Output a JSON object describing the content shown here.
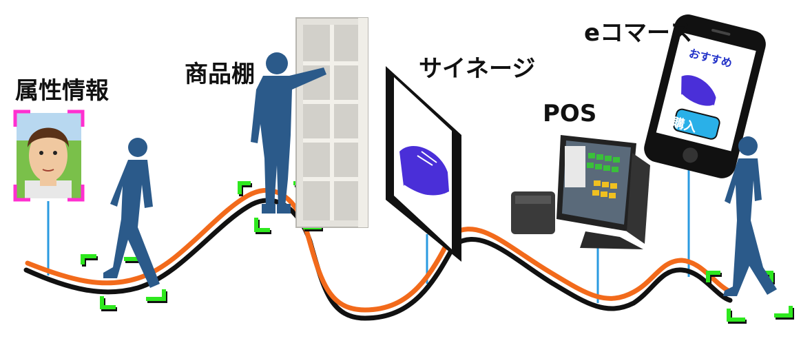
{
  "labels": {
    "attributes": "属性情報",
    "shelf": "商品棚",
    "signage": "サイネージ",
    "pos": "POS",
    "ecommerce": "eコマース"
  },
  "phone": {
    "recommend": "おすすめ",
    "buy": "購入"
  },
  "colors": {
    "path_orange": "#f26a1b",
    "path_black": "#111111",
    "person": "#2b5a8a",
    "marker_green": "#2ee81e",
    "connector_blue": "#2a9ae0",
    "face_frame": "#ff30d0",
    "shoe": "#4a2fd8",
    "phone_button": "#2ab0e8"
  }
}
